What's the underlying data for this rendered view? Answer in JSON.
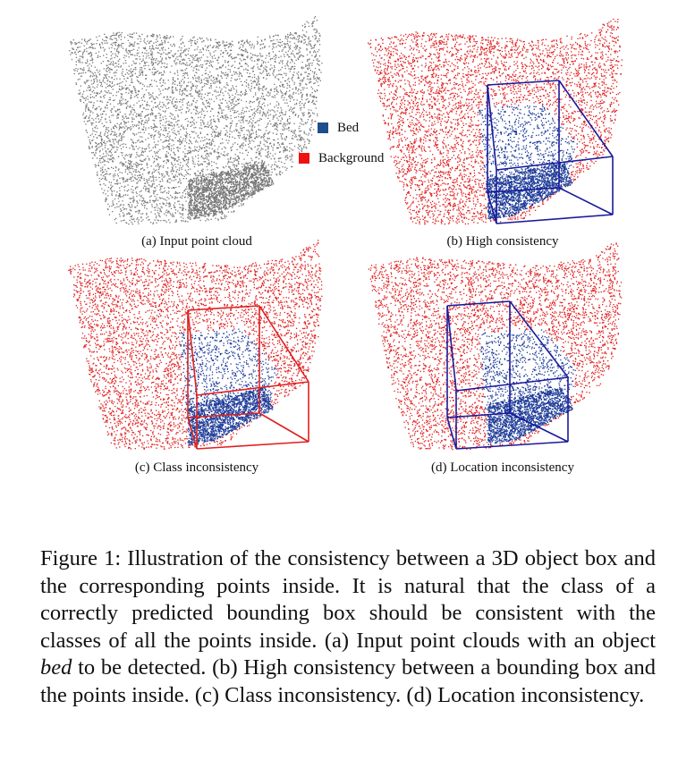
{
  "figure": {
    "panels": [
      {
        "id": "a",
        "caption": "(a) Input point cloud",
        "mode": "input"
      },
      {
        "id": "b",
        "caption": "(b) High consistency",
        "mode": "high"
      },
      {
        "id": "c",
        "caption": "(c) Class inconsistency",
        "mode": "class"
      },
      {
        "id": "d",
        "caption": "(d) Location inconsistency",
        "mode": "location"
      }
    ],
    "legend": [
      {
        "label": "Bed",
        "color": "#1f4e8c"
      },
      {
        "label": "Background",
        "color": "#ee1111"
      }
    ],
    "colors": {
      "input": "#777777",
      "bed": "#1f3c99",
      "background": "#e02020",
      "box_blue": "#1a1a9c",
      "box_red": "#e02020"
    }
  },
  "caption": {
    "label": "Figure 1:",
    "text_1": "Illustration of the consistency between a 3D object box and the corresponding points inside. It is natural that the class of a correctly predicted bounding box should be consistent with the classes of all the points inside. (a) Input point clouds with an object",
    "emph": "bed",
    "text_2": "to be detected. (b) High consistency between a bounding box and the points inside. (c) Class inconsistency. (d) Location inconsistency."
  }
}
